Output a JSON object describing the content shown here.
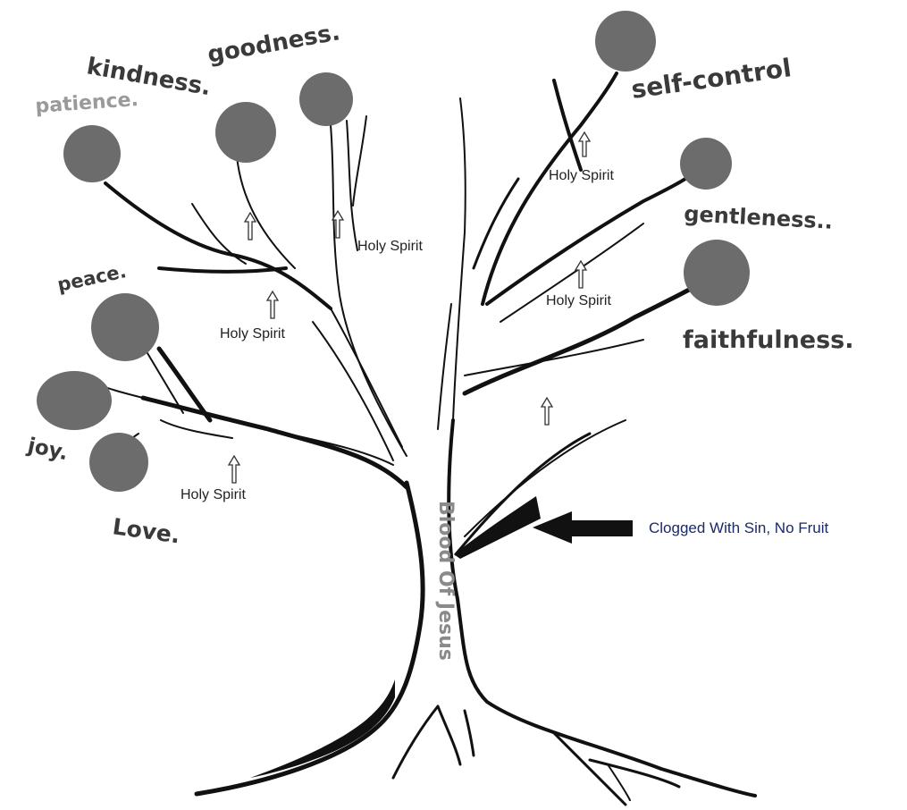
{
  "fruits": {
    "patience": "patience.",
    "kindness": "kindness.",
    "goodness": "goodness.",
    "peace": "peace.",
    "joy": "joy.",
    "love": "Love.",
    "self_control": "self-control",
    "gentleness": "gentleness..",
    "faithfulness": "faithfulness."
  },
  "holy_spirit_labels": [
    "Holy Spirit",
    "Holy Spirit",
    "Holy Spirit",
    "Holy Spirit",
    "Holy Spirit"
  ],
  "trunk_label": "Blood Of Jesus",
  "clogged_note": "Clogged With Sin, No Fruit",
  "colors": {
    "fruit": "#6c6c6c",
    "ink": "#111111",
    "note": "#1a2a6a",
    "trunk_text": "#8a8a8a"
  }
}
